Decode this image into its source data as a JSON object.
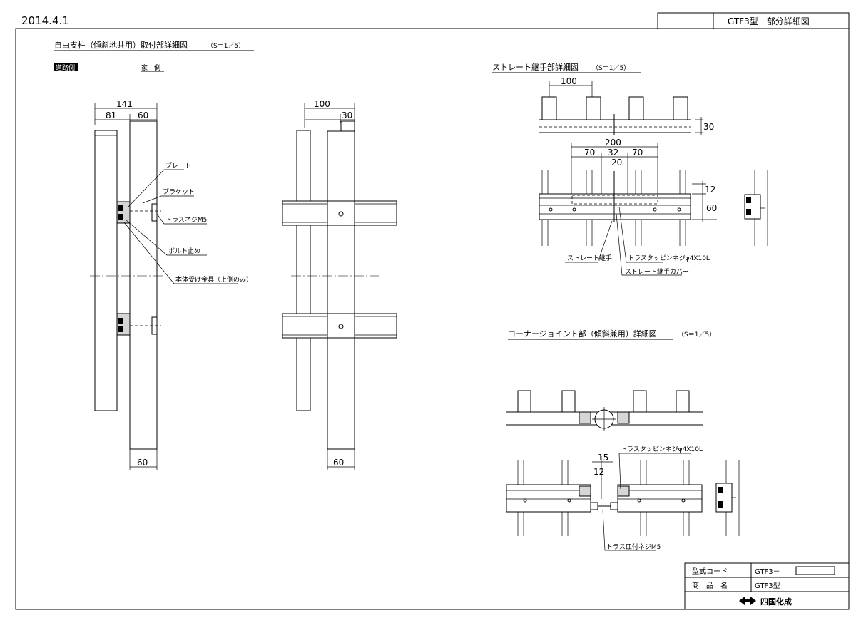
{
  "header": {
    "date": "2014.4.1",
    "drawing_title": "GTF3型　部分詳細図"
  },
  "sections": {
    "free_post": {
      "title": "自由支柱（傾斜地共用）取付部詳細図",
      "scale": "（S＝1／5）",
      "side_front": "道路側",
      "side_house": "家　側",
      "dims": [
        "141",
        "81",
        "60",
        "60",
        "100",
        "30",
        "60"
      ],
      "callouts": [
        "プレート",
        "ブラケット",
        "トラスネジM5",
        "ボルト止め",
        "本体受け金具（上側のみ）"
      ]
    },
    "straight_joint": {
      "title": "ストレート継手部詳細図",
      "scale": "（S＝1／5）",
      "dims": [
        "100",
        "30",
        "200",
        "70",
        "32",
        "70",
        "20",
        "12",
        "60"
      ],
      "callouts": [
        "ストレート継手",
        "トラスタッピンネジφ4X10L",
        "ストレート継手カバー"
      ]
    },
    "corner_joint": {
      "title": "コーナージョイント部（傾斜兼用）詳細図",
      "scale": "（S＝1／5）",
      "dims": [
        "15",
        "12"
      ],
      "callouts": [
        "トラスタッピンネジφ4X10L",
        "トラス皿付ネジM5"
      ]
    }
  },
  "title_block": {
    "model_code_label": "型式コード",
    "model_code_value": "GTF3－",
    "product_label": "商　品　名",
    "product_value": "GTF3型",
    "company": "四国化成"
  }
}
